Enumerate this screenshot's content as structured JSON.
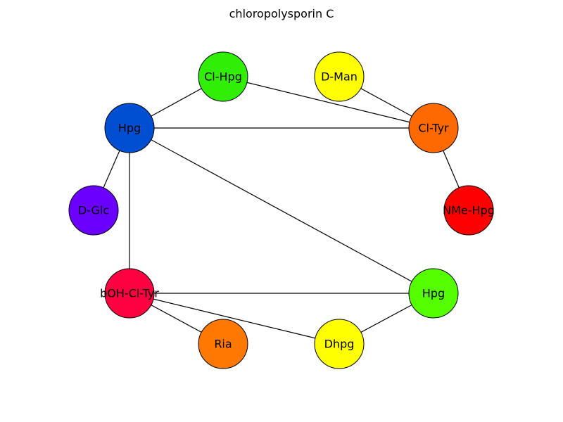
{
  "diagram": {
    "title": "chloropolysporin C",
    "nodes": [
      {
        "id": "n0",
        "label": "Cl-Hpg",
        "color": "#30ee06"
      },
      {
        "id": "n1",
        "label": "D-Man",
        "color": "#ffff00"
      },
      {
        "id": "n2",
        "label": "Hpg",
        "color": "#004fd3"
      },
      {
        "id": "n3",
        "label": "Cl-Tyr",
        "color": "#ff6a00"
      },
      {
        "id": "n4",
        "label": "D-Glc",
        "color": "#6a00ff"
      },
      {
        "id": "n5",
        "label": "NMe-Hpg",
        "color": "#ff0000"
      },
      {
        "id": "n6",
        "label": "bOH-Cl-Tyr",
        "color": "#ff0040"
      },
      {
        "id": "n7",
        "label": "Hpg",
        "color": "#55ff00"
      },
      {
        "id": "n8",
        "label": "Ria",
        "color": "#ff7800"
      },
      {
        "id": "n9",
        "label": "Dhpg",
        "color": "#ffff00"
      }
    ],
    "edges": [
      [
        "n2",
        "n0"
      ],
      [
        "n0",
        "n3"
      ],
      [
        "n1",
        "n3"
      ],
      [
        "n2",
        "n3"
      ],
      [
        "n3",
        "n5"
      ],
      [
        "n2",
        "n4"
      ],
      [
        "n2",
        "n6"
      ],
      [
        "n2",
        "n7"
      ],
      [
        "n6",
        "n7"
      ],
      [
        "n6",
        "n8"
      ],
      [
        "n6",
        "n9"
      ],
      [
        "n9",
        "n7"
      ]
    ]
  }
}
